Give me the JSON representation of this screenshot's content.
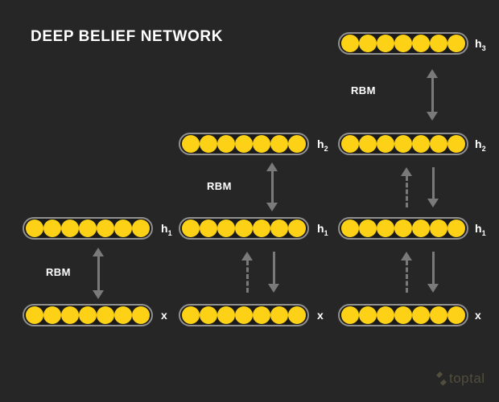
{
  "title": "DEEP BELIEF NETWORK",
  "rbm_labels": {
    "top": "RBM",
    "middle": "RBM",
    "bottom": "RBM"
  },
  "layers": {
    "left_h1": {
      "base": "h",
      "sub": "1",
      "nodes": 7
    },
    "left_x": {
      "base": "x",
      "sub": "",
      "nodes": 7
    },
    "mid_h2": {
      "base": "h",
      "sub": "2",
      "nodes": 7
    },
    "mid_h1": {
      "base": "h",
      "sub": "1",
      "nodes": 7
    },
    "mid_x": {
      "base": "x",
      "sub": "",
      "nodes": 7
    },
    "right_h3": {
      "base": "h",
      "sub": "3",
      "nodes": 7
    },
    "right_h2": {
      "base": "h",
      "sub": "2",
      "nodes": 7
    },
    "right_h1": {
      "base": "h",
      "sub": "1",
      "nodes": 7
    },
    "right_x": {
      "base": "x",
      "sub": "",
      "nodes": 7
    }
  },
  "watermark": {
    "brand": "toptal"
  },
  "colors": {
    "background": "#262626",
    "node_fill": "#FCD116",
    "capsule_border": "#909090",
    "capsule_fill": "#1B1B1B",
    "arrow": "#7A7A7A",
    "text": "#FFFFFF",
    "watermark": "#514E3B"
  }
}
